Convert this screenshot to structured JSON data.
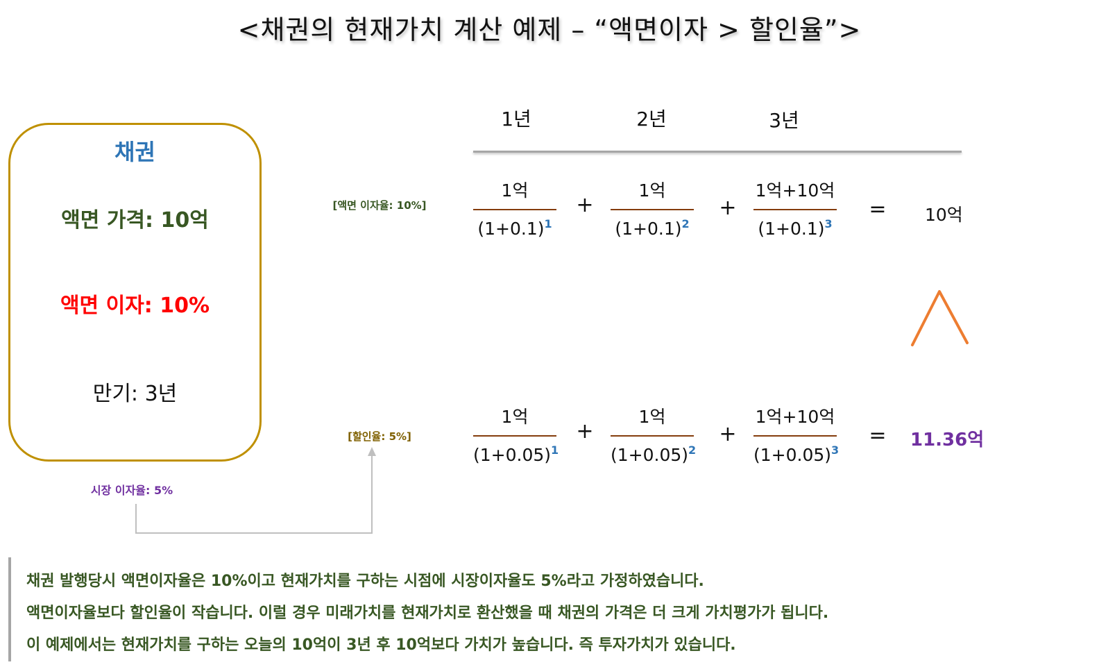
{
  "title": "<채권의 현재가치 계산 예제 – “액면이자 > 할인율”>",
  "bond_box": {
    "title": "채권",
    "face_value": "액면 가격: 10억",
    "coupon_rate": "액면 이자: 10%",
    "maturity": "만기: 3년"
  },
  "market_rate_label": "시장 이자율: 5%",
  "timeline": {
    "years": [
      "1년",
      "2년",
      "3년"
    ]
  },
  "coupon_row": {
    "rate_label": "[액면 이자율: 10%]",
    "terms": [
      {
        "numerator": "1억",
        "denominator": "(1+0.1)",
        "exponent": "1"
      },
      {
        "numerator": "1억",
        "denominator": "(1+0.1)",
        "exponent": "2"
      },
      {
        "numerator": "1억+10억",
        "denominator": "(1+0.1)",
        "exponent": "3"
      }
    ],
    "plus": "+",
    "equals": "=",
    "result": "10억"
  },
  "discount_row": {
    "rate_label": "[할인율: 5%]",
    "terms": [
      {
        "numerator": "1억",
        "denominator": "(1+0.05)",
        "exponent": "1"
      },
      {
        "numerator": "1억",
        "denominator": "(1+0.05)",
        "exponent": "2"
      },
      {
        "numerator": "1억+10억",
        "denominator": "(1+0.05)",
        "exponent": "3"
      }
    ],
    "plus": "+",
    "equals": "=",
    "result": "11.36억"
  },
  "notes": [
    "채권 발행당시 액면이자율은 10%이고 현재가치를 구하는 시점에 시장이자율도 5%라고 가정하였습니다.",
    "액면이자율보다 할인율이 작습니다. 이럴 경우 미래가치를 현재가치로 환산했을 때 채권의 가격은 더 크게 가치평가가 됩니다.",
    "이 예제에서는 현재가치를 구하는 오늘의 10억이 3년 후 10억보다 가치가 높습니다. 즉 투자가치가 있습니다."
  ],
  "colors": {
    "box_border": "#bf9000",
    "bond_title": "#2e75b6",
    "face_value": "#385723",
    "coupon_rate": "#ff0000",
    "purple": "#7030a0",
    "gold_label": "#7f6000",
    "caret": "#ed7d31",
    "fraction_bar": "#843c0c"
  }
}
